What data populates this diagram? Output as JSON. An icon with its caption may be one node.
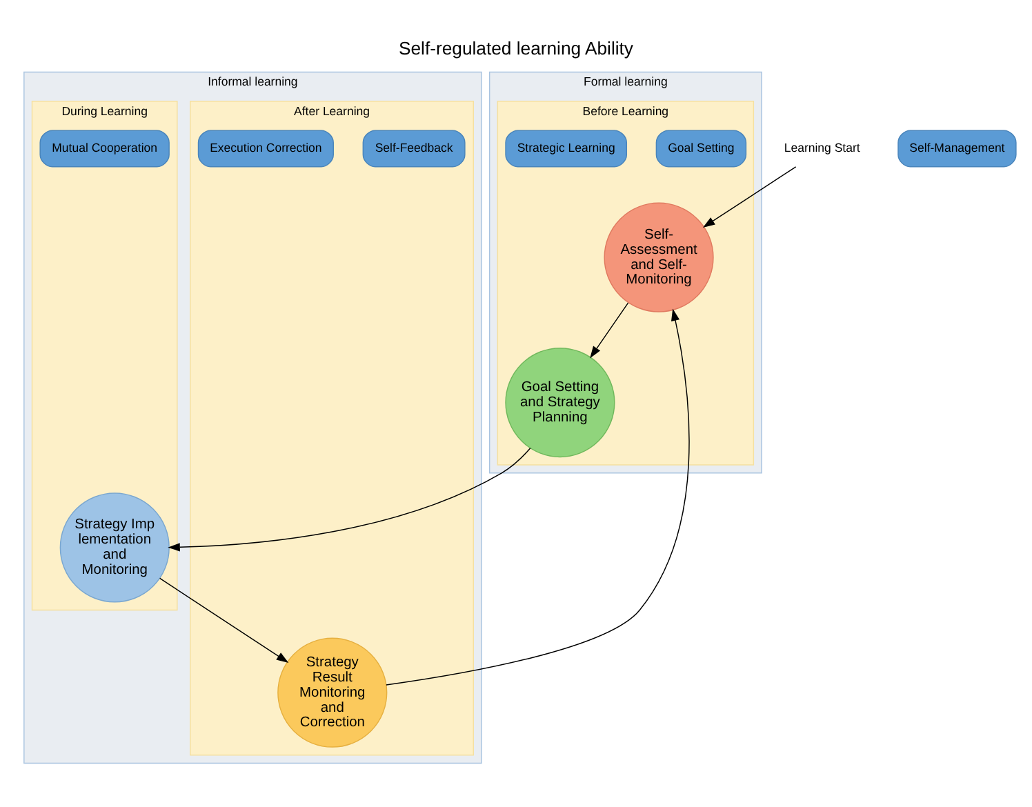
{
  "diagram": {
    "title": "Self-regulated learning Ability",
    "nodes": [
      {
        "text": [
          "Formal learning"
        ]
      },
      {
        "text": [
          "Before Learning"
        ],
        "in": 0
      },
      {
        "text": [
          "Self-Assessment and Self-Monitoring"
        ],
        "in": 1
      },
      {
        "text": [
          "Goal Setting and Strategy Planning"
        ],
        "in": 1
      },
      {
        "text": [
          "Goal Setting"
        ],
        "in": 1
      },
      {
        "text": [
          "Strategic Learning"
        ],
        "in": 1
      },
      {
        "text": [
          "Self-Management"
        ]
      },
      {
        "text": [
          "Informal learning"
        ]
      },
      {
        "text": [
          "After Learning"
        ],
        "in": 7
      },
      {
        "text": [
          "Strategy Result Monitoring and Correction"
        ],
        "in": 8
      },
      {
        "text": [
          "Self-Feedback"
        ],
        "in": 8
      },
      {
        "text": [
          "Execution Correction"
        ],
        "in": 8
      },
      {
        "text": [
          "During Learning"
        ],
        "in": 7
      },
      {
        "text": [
          "Strategy Implementation and Monitoring"
        ],
        "in": 12
      },
      {
        "text": [
          "Mutual Cooperation"
        ],
        "in": 12
      },
      {
        "text": [
          "Learning Start"
        ]
      }
    ],
    "edges": [
      {
        "from": 15,
        "to": 2,
        "arrow": "to"
      },
      {
        "from": 2,
        "to": 3,
        "arrow": "to"
      },
      {
        "from": 3,
        "to": 13,
        "arrow": "to"
      },
      {
        "from": 13,
        "to": 9,
        "arrow": "to"
      },
      {
        "from": 9,
        "to": 2,
        "arrow": "to"
      }
    ]
  }
}
